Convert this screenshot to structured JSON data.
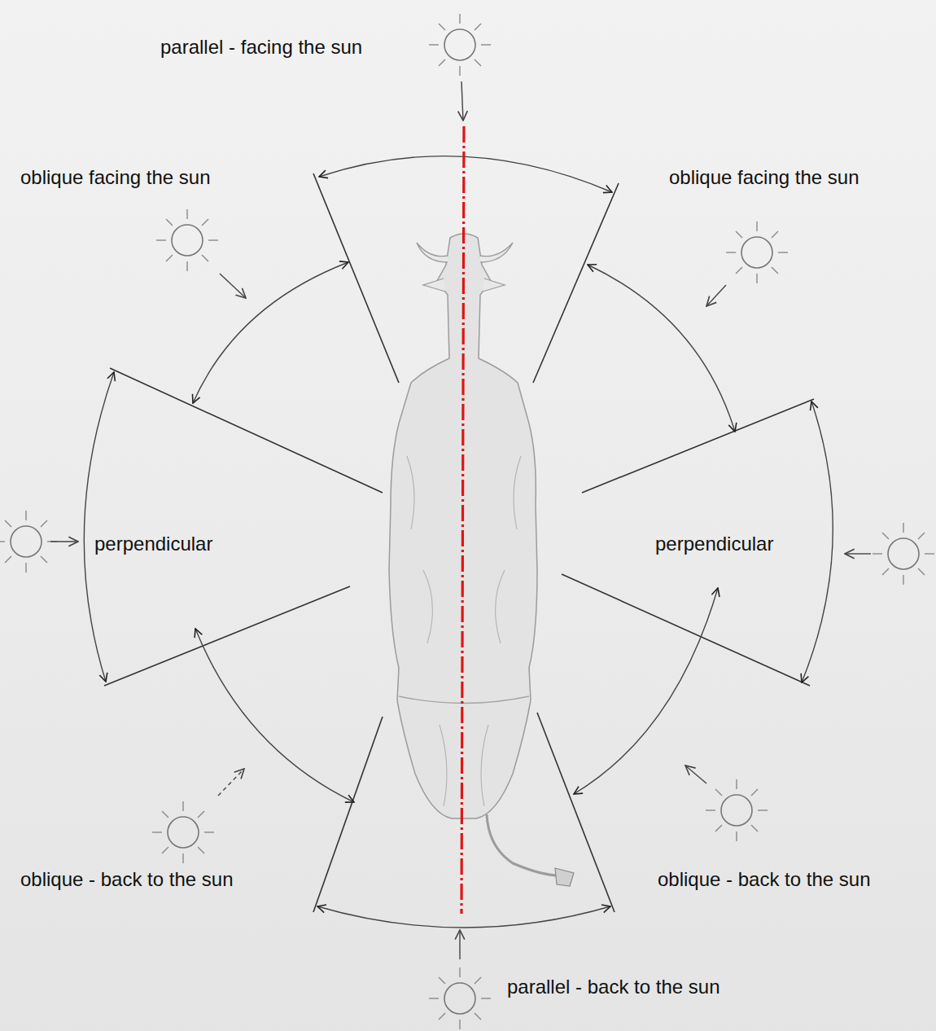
{
  "diagram": {
    "labels": [
      "parallel - facing the sun",
      "oblique facing the sun",
      "oblique facing the sun",
      "perpendicular",
      "perpendicular",
      "oblique - back to the sun",
      "oblique - back to the sun",
      "parallel - back to the sun"
    ]
  }
}
